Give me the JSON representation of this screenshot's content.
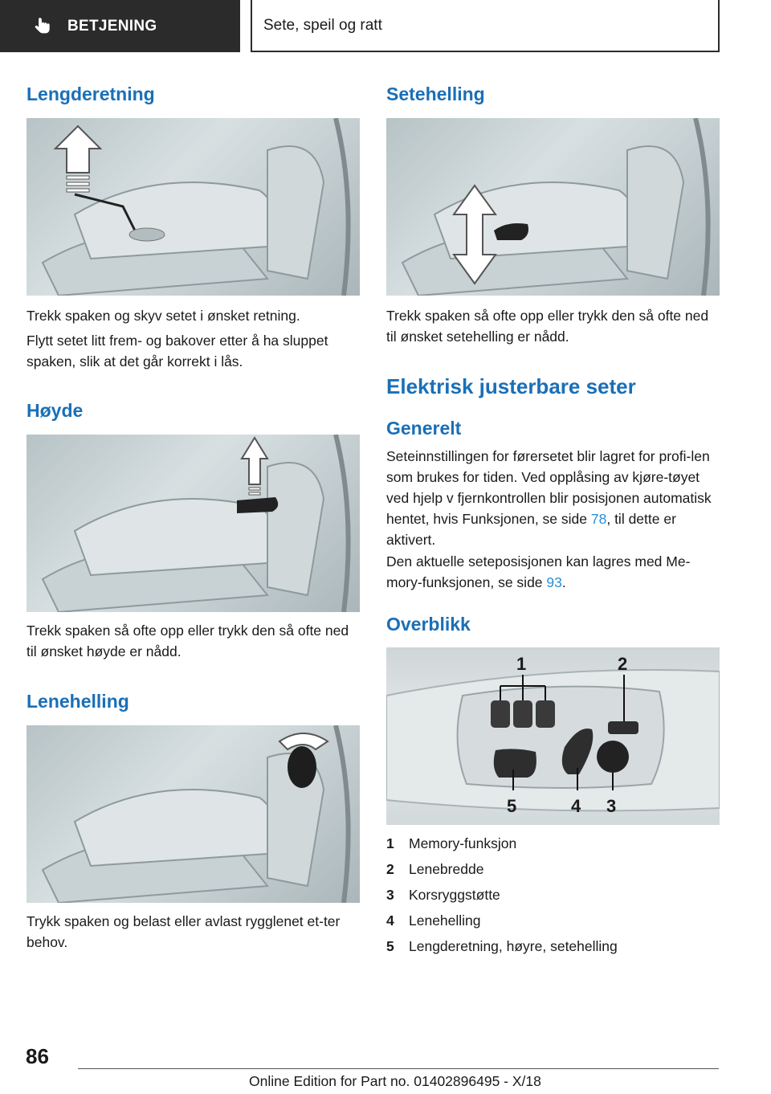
{
  "header": {
    "chapter": "BETJENING",
    "section": "Sete, speil og ratt"
  },
  "left": {
    "lengderetning": {
      "title": "Lengderetning",
      "p1": "Trekk spaken og skyv setet i ønsket retning.",
      "p2": "Flytt setet litt frem- og bakover etter å ha sluppet spaken, slik at det går korrekt i lås."
    },
    "hoyde": {
      "title": "Høyde",
      "p1": "Trekk spaken så ofte opp eller trykk den så ofte ned til ønsket høyde er nådd."
    },
    "lenehelling": {
      "title": "Lenehelling",
      "p1": "Trykk spaken og belast eller avlast rygglenet et-ter behov."
    }
  },
  "right": {
    "setehelling": {
      "title": "Setehelling",
      "p1": "Trekk spaken så ofte opp eller trykk den så ofte ned til ønsket setehelling er nådd."
    },
    "elektrisk": {
      "title": "Elektrisk justerbare seter"
    },
    "generelt": {
      "title": "Generelt",
      "p1_a": "Seteinnstillingen for førersetet blir lagret for profi-len som brukes for tiden. Ved opplåsing av kjøre-tøyet ved hjelp v fjernkontrollen blir posisjonen automatisk hentet, hvis Funksjonen, se side ",
      "p1_link": "78",
      "p1_b": ", til dette er aktivert.",
      "p2_a": "Den aktuelle seteposisjonen kan lagres med Me-mory-funksjonen, se side ",
      "p2_link": "93",
      "p2_b": "."
    },
    "overblikk": {
      "title": "Overblikk",
      "callouts": [
        "1",
        "2",
        "3",
        "4",
        "5"
      ],
      "items": [
        {
          "num": "1",
          "label": "Memory-funksjon"
        },
        {
          "num": "2",
          "label": "Lenebredde"
        },
        {
          "num": "3",
          "label": "Korsryggstøtte"
        },
        {
          "num": "4",
          "label": "Lenehelling"
        },
        {
          "num": "5",
          "label": "Lengderetning, høyre, setehelling"
        }
      ]
    }
  },
  "footer": {
    "page_number": "86",
    "edition": "Online Edition for Part no. 01402896495 - X/18"
  }
}
